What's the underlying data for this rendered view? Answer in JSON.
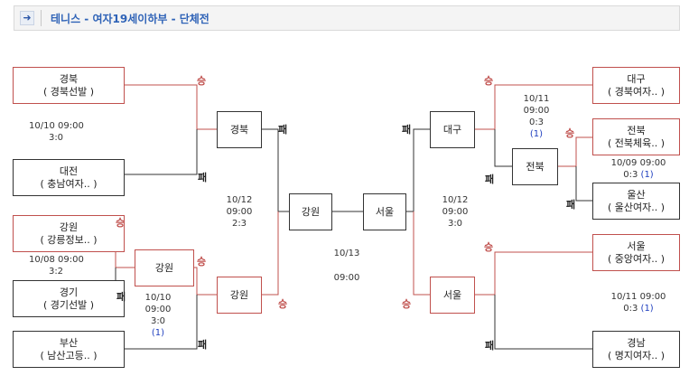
{
  "header": {
    "title": "테니스 - 여자19세이하부 - 단체전",
    "arrow_icon": "arrow-right-icon"
  },
  "teams": {
    "gyeongbuk": {
      "name": "경북",
      "sub": "( 경북선발 )"
    },
    "daejeon": {
      "name": "대전",
      "sub": "( 충남여자.. )"
    },
    "gangwon": {
      "name": "강원",
      "sub": "( 강릉정보.. )"
    },
    "gyeonggi": {
      "name": "경기",
      "sub": "( 경기선발 )"
    },
    "busan": {
      "name": "부산",
      "sub": "( 남산고등.. )"
    },
    "daegu": {
      "name": "대구",
      "sub": "( 경북여자.. )"
    },
    "jeonbuk": {
      "name": "전북",
      "sub": "( 전북체육.. )"
    },
    "ulsan": {
      "name": "울산",
      "sub": "( 울산여자.. )"
    },
    "seoul": {
      "name": "서울",
      "sub": "( 중앙여자.. )"
    },
    "gyeongnam": {
      "name": "경남",
      "sub": "( 명지여자.. )"
    }
  },
  "rounds": {
    "l_r2_gangwon": "강원",
    "l_sf_gyeongbuk": "경북",
    "l_sf_gangwon": "강원",
    "l_final": "강원",
    "r_sf_daegu": "대구",
    "r_r2_jeonbuk": "전북",
    "r_sf_seoul": "서울",
    "r_final": "서울"
  },
  "matches": {
    "m1": {
      "date": "10/10",
      "time": "09:00",
      "score": "3:0",
      "extra": ""
    },
    "m2": {
      "date": "10/08",
      "time": "09:00",
      "score": "3:2",
      "extra": ""
    },
    "m3": {
      "date": "10/10",
      "time": "09:00",
      "score": "3:0",
      "extra": "(1)"
    },
    "m4": {
      "date": "10/12",
      "time": "09:00",
      "score": "2:3",
      "extra": ""
    },
    "final": {
      "date": "10/13",
      "time": "09:00"
    },
    "m5": {
      "date": "10/12",
      "time": "09:00",
      "score": "3:0",
      "extra": ""
    },
    "m6": {
      "date": "10/11",
      "time": "09:00",
      "score": "0:3",
      "extra": "(1)"
    },
    "m7": {
      "date": "10/09",
      "time": "09:00",
      "score": "0:3",
      "extra": "(1)"
    },
    "m8": {
      "date": "10/11",
      "time": "09:00",
      "score": "0:3",
      "extra": "(1)"
    }
  },
  "labels": {
    "win": "승",
    "lose": "패"
  },
  "colors": {
    "win_line": "#c0504d",
    "lose_line": "#333333",
    "title": "#2f63b7",
    "note": "#1f3fbf"
  }
}
